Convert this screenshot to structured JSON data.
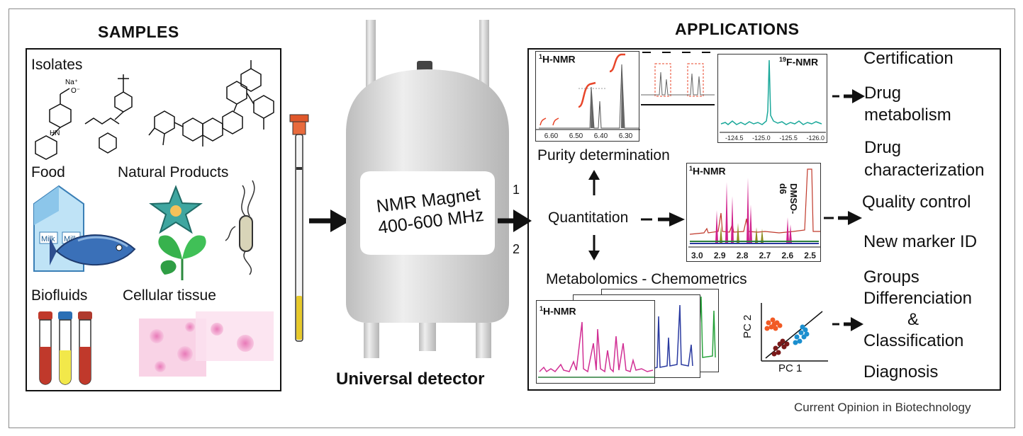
{
  "samples": {
    "heading": "SAMPLES",
    "isolates": "Isolates",
    "food": "Food",
    "natural_products": "Natural Products",
    "biofluids": "Biofluids",
    "cellular_tissue": "Cellular tissue",
    "milk_text_1": "Milk",
    "milk_text_2": "Milk",
    "chem_label_na": "Na⁺",
    "chem_label_o": "O⁻",
    "chem_label_hn": "HN"
  },
  "magnet": {
    "label_line1": "NMR Magnet",
    "label_line2": "400-600 MHz",
    "caption": "Universal detector",
    "path_1": "1",
    "path_2": "2"
  },
  "applications": {
    "heading": "APPLICATIONS",
    "purity": "Purity determination",
    "quantitation": "Quantitation",
    "metabolomics": "Metabolomics - Chemometrics",
    "h_nmr": "H-NMR",
    "h_sup": "1",
    "f_nmr": "F-NMR",
    "f_sup": "19",
    "dmso": "DMSO-d6",
    "pc1": "PC 1",
    "pc2": "PC 2",
    "ticks_purity": [
      "6.60",
      "6.50",
      "6.40",
      "6.30"
    ],
    "ticks_fluor": [
      "-124.5",
      "-125.0",
      "-125.5",
      "-126.0"
    ],
    "ticks_quant": [
      "3.0",
      "2.9",
      "2.8",
      "2.7",
      "2.6",
      "2.5"
    ],
    "outcomes": [
      "Certification",
      "Drug",
      "metabolism",
      "Drug",
      "characterization",
      "Quality control",
      "New marker ID",
      "Groups",
      "Differenciation",
      "&",
      "Classification",
      "Diagnosis"
    ]
  },
  "credit": "Current Opinion in Biotechnology",
  "colors": {
    "frame": "#8a8a8a",
    "magnet_body": "#d9d9d9",
    "fluorine_trace": "#1aa89a",
    "quant_magenta": "#d01f8c",
    "quant_olive": "#8c8a1e",
    "metab_magenta": "#d12f94",
    "metab_blue": "#2a3aa0",
    "metab_green": "#27a13a",
    "pca_orange": "#f15a24",
    "pca_blue": "#1b8fcf",
    "pca_maroon": "#7b1a1a",
    "integral_red": "#e8462a"
  }
}
